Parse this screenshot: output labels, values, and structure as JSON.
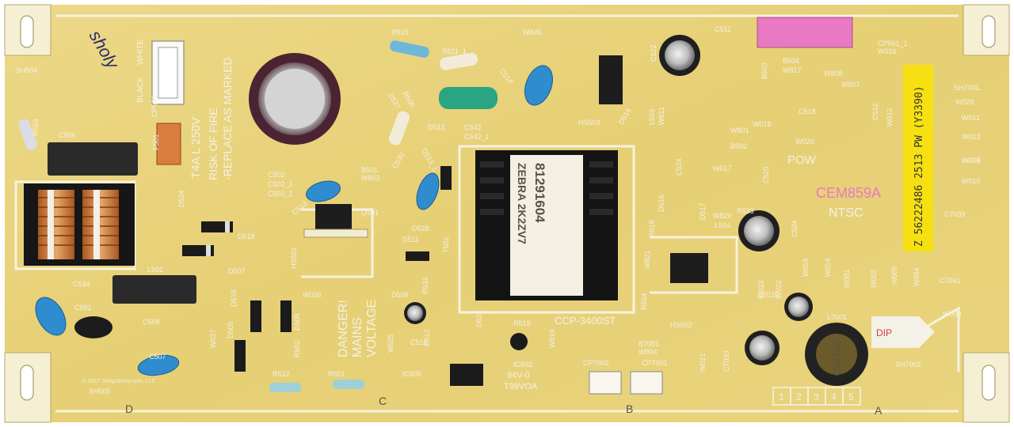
{
  "board": {
    "model_code": "CEM859A",
    "standard": "NTSC",
    "sticker_text": "Z 56222486 2513 PW (Y3390)",
    "fuse_warning_line1": "RISK OF FIRE",
    "fuse_warning_line2": "-REPLACE AS MARKED",
    "fuse_rating": "T4A L 250V",
    "danger_line1": "DANGER!",
    "danger_line2": "MAINS",
    "danger_line3": "VOLTAGE",
    "power_supply_model": "CCP-3400ST",
    "flame_rating": "94V-0",
    "flame_rating_code": "T99VOA",
    "transformer_line1": "81291604",
    "transformer_line2": "ZEBRA 2K2ZV7",
    "copyright": "© 2017 ShopJimmy.com, LLC",
    "handwriting": "sholy",
    "dip_label": "DIP",
    "pow_label": "POW",
    "wire_black": "BLACK",
    "wire_white": "WHITE",
    "section_markers": [
      "D",
      "C",
      "B",
      "A"
    ],
    "connector_pins": [
      "1",
      "2",
      "3",
      "4",
      "5"
    ],
    "inductor_marking": "220 28D",
    "colors": {
      "pcb": "#e8d27a",
      "pcb_light": "#f1e3a0",
      "silkscreen": "#f4f1e6",
      "sticker": "#f6e012",
      "pink": "#e879c2"
    }
  },
  "labels": [
    {
      "id": "lbl-sh504",
      "text": "SH504"
    },
    {
      "id": "lbl-r503",
      "text": "R503"
    },
    {
      "id": "lbl-c506",
      "text": "C506"
    },
    {
      "id": "lbl-f501",
      "text": "F501"
    },
    {
      "id": "lbl-cp501",
      "text": "CP501"
    },
    {
      "id": "lbl-c502",
      "text": "C502"
    },
    {
      "id": "lbl-c502-1",
      "text": "C502_1"
    },
    {
      "id": "lbl-c502-2",
      "text": "C502_2"
    },
    {
      "id": "lbl-d524",
      "text": "D524"
    },
    {
      "id": "lbl-d518",
      "text": "D518"
    },
    {
      "id": "lbl-d507",
      "text": "D507"
    },
    {
      "id": "lbl-l501",
      "text": "L501"
    },
    {
      "id": "lbl-c534",
      "text": "C534"
    },
    {
      "id": "lbl-c501",
      "text": "C501"
    },
    {
      "id": "lbl-c508",
      "text": "C508"
    },
    {
      "id": "lbl-c507",
      "text": "C507"
    },
    {
      "id": "lbl-sh505",
      "text": "SH505"
    },
    {
      "id": "lbl-r510",
      "text": "R510"
    },
    {
      "id": "lbl-r511-1",
      "text": "R511_1"
    },
    {
      "id": "lbl-r505",
      "text": "R505"
    },
    {
      "id": "lbl-d527",
      "text": "D527"
    },
    {
      "id": "lbl-c514",
      "text": "C514"
    },
    {
      "id": "lbl-w845",
      "text": "W845"
    },
    {
      "id": "lbl-c542",
      "text": "C542"
    },
    {
      "id": "lbl-c542-1",
      "text": "C542_1"
    },
    {
      "id": "lbl-d513",
      "text": "D513"
    },
    {
      "id": "lbl-d513-1",
      "text": "D513_1"
    },
    {
      "id": "lbl-b501",
      "text": "B501"
    },
    {
      "id": "lbl-w803",
      "text": "W803"
    },
    {
      "id": "lbl-c530",
      "text": "C530"
    },
    {
      "id": "lbl-c513",
      "text": "C513"
    },
    {
      "id": "lbl-q501",
      "text": "Q501"
    },
    {
      "id": "lbl-hs501",
      "text": "HS501"
    },
    {
      "id": "lbl-d528",
      "text": "D528"
    },
    {
      "id": "lbl-d511",
      "text": "D511"
    },
    {
      "id": "lbl-t501",
      "text": "T501"
    },
    {
      "id": "lbl-w026",
      "text": "W026"
    },
    {
      "id": "lbl-w027",
      "text": "W027"
    },
    {
      "id": "lbl-d510",
      "text": "D510"
    },
    {
      "id": "lbl-d505",
      "text": "D505"
    },
    {
      "id": "lbl-d508",
      "text": "D508"
    },
    {
      "id": "lbl-r502",
      "text": "R502"
    },
    {
      "id": "lbl-r512",
      "text": "R512"
    },
    {
      "id": "lbl-r501",
      "text": "R501"
    },
    {
      "id": "lbl-w025",
      "text": "W025"
    },
    {
      "id": "lbl-c516",
      "text": "C516"
    },
    {
      "id": "lbl-d509",
      "text": "D509"
    },
    {
      "id": "lbl-r534",
      "text": "R534"
    },
    {
      "id": "lbl-d512",
      "text": "D512"
    },
    {
      "id": "lbl-d526",
      "text": "D526"
    },
    {
      "id": "lbl-ic505",
      "text": "IC505"
    },
    {
      "id": "lbl-r519",
      "text": "R519"
    },
    {
      "id": "lbl-ic502",
      "text": "IC502"
    },
    {
      "id": "lbl-w819",
      "text": "W819"
    },
    {
      "id": "lbl-cp7002",
      "text": "CP7002"
    },
    {
      "id": "lbl-cp7001",
      "text": "CP7001"
    },
    {
      "id": "lbl-b7001",
      "text": "B7001"
    },
    {
      "id": "lbl-w804",
      "text": "W804"
    },
    {
      "id": "lbl-hs503",
      "text": "HS503"
    },
    {
      "id": "lbl-d514",
      "text": "D514"
    },
    {
      "id": "lbl-c522",
      "text": "C522"
    },
    {
      "id": "lbl-l503",
      "text": "L503"
    },
    {
      "id": "lbl-w811",
      "text": "W811"
    },
    {
      "id": "lbl-c511",
      "text": "C511"
    },
    {
      "id": "lbl-b503",
      "text": "B503"
    },
    {
      "id": "lbl-b504",
      "text": "B504"
    },
    {
      "id": "lbl-w817",
      "text": "W817"
    },
    {
      "id": "lbl-w808",
      "text": "W808"
    },
    {
      "id": "lbl-w807",
      "text": "W807"
    },
    {
      "id": "lbl-c518",
      "text": "C518"
    },
    {
      "id": "lbl-w018",
      "text": "W018"
    },
    {
      "id": "lbl-w801",
      "text": "W801"
    },
    {
      "id": "lbl-b502",
      "text": "B502"
    },
    {
      "id": "lbl-w020",
      "text": "W020"
    },
    {
      "id": "lbl-c524",
      "text": "C524"
    },
    {
      "id": "lbl-w017",
      "text": "W017"
    },
    {
      "id": "lbl-c520",
      "text": "C520"
    },
    {
      "id": "lbl-r533",
      "text": "R533"
    },
    {
      "id": "lbl-w820",
      "text": "W820"
    },
    {
      "id": "lbl-l504",
      "text": "L504"
    },
    {
      "id": "lbl-d516",
      "text": "D516"
    },
    {
      "id": "lbl-d517",
      "text": "D517"
    },
    {
      "id": "lbl-r518",
      "text": "R518"
    },
    {
      "id": "lbl-w821",
      "text": "W821"
    },
    {
      "id": "lbl-r554",
      "text": "R554"
    },
    {
      "id": "lbl-hs502",
      "text": "HS502"
    },
    {
      "id": "lbl-w023",
      "text": "W023"
    },
    {
      "id": "lbl-w022",
      "text": "W022"
    },
    {
      "id": "lbl-c7025",
      "text": "C7025"
    },
    {
      "id": "lbl-l7001",
      "text": "L7001"
    },
    {
      "id": "lbl-w021",
      "text": "W021"
    },
    {
      "id": "lbl-c7033",
      "text": "C7033"
    },
    {
      "id": "lbl-sh7002",
      "text": "SH7002"
    },
    {
      "id": "lbl-sh7001",
      "text": "SH7001"
    },
    {
      "id": "lbl-w028",
      "text": "W028"
    },
    {
      "id": "lbl-w011",
      "text": "W011"
    },
    {
      "id": "lbl-w013",
      "text": "W013"
    },
    {
      "id": "lbl-w009",
      "text": "W009"
    },
    {
      "id": "lbl-w008",
      "text": "W008"
    },
    {
      "id": "lbl-w010",
      "text": "W010"
    },
    {
      "id": "lbl-c7039",
      "text": "C7039"
    },
    {
      "id": "lbl-w012",
      "text": "W012"
    },
    {
      "id": "lbl-c512",
      "text": "C512"
    },
    {
      "id": "lbl-w016",
      "text": "W016"
    },
    {
      "id": "lbl-w015",
      "text": "W015"
    },
    {
      "id": "lbl-w014",
      "text": "W014"
    },
    {
      "id": "lbl-w001",
      "text": "W001"
    },
    {
      "id": "lbl-w002",
      "text": "W002"
    },
    {
      "id": "lbl-w005",
      "text": "W005"
    },
    {
      "id": "lbl-w004",
      "text": "W004"
    },
    {
      "id": "lbl-c504",
      "text": "C504"
    },
    {
      "id": "lbl-c7041",
      "text": "C7041"
    },
    {
      "id": "lbl-w003",
      "text": "W003"
    },
    {
      "id": "lbl-cp501-1",
      "text": "CP501_1"
    }
  ]
}
